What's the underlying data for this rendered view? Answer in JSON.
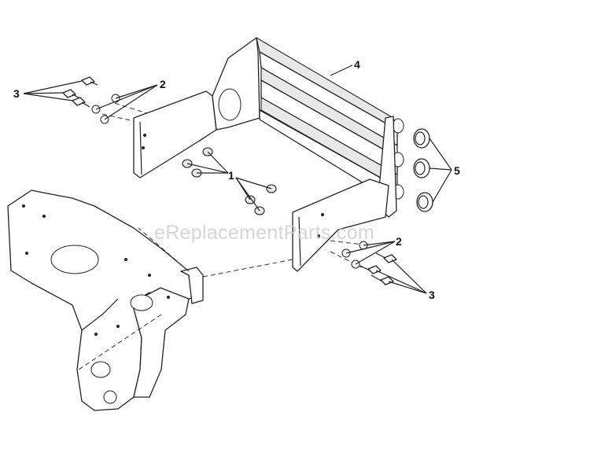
{
  "callouts": {
    "bolts_left": "3",
    "washers_left": "2",
    "bumper": "4",
    "nuts": "1",
    "caps": "5",
    "washers_right": "2",
    "bolts_right": "3"
  },
  "watermark": "eReplacementParts.com"
}
